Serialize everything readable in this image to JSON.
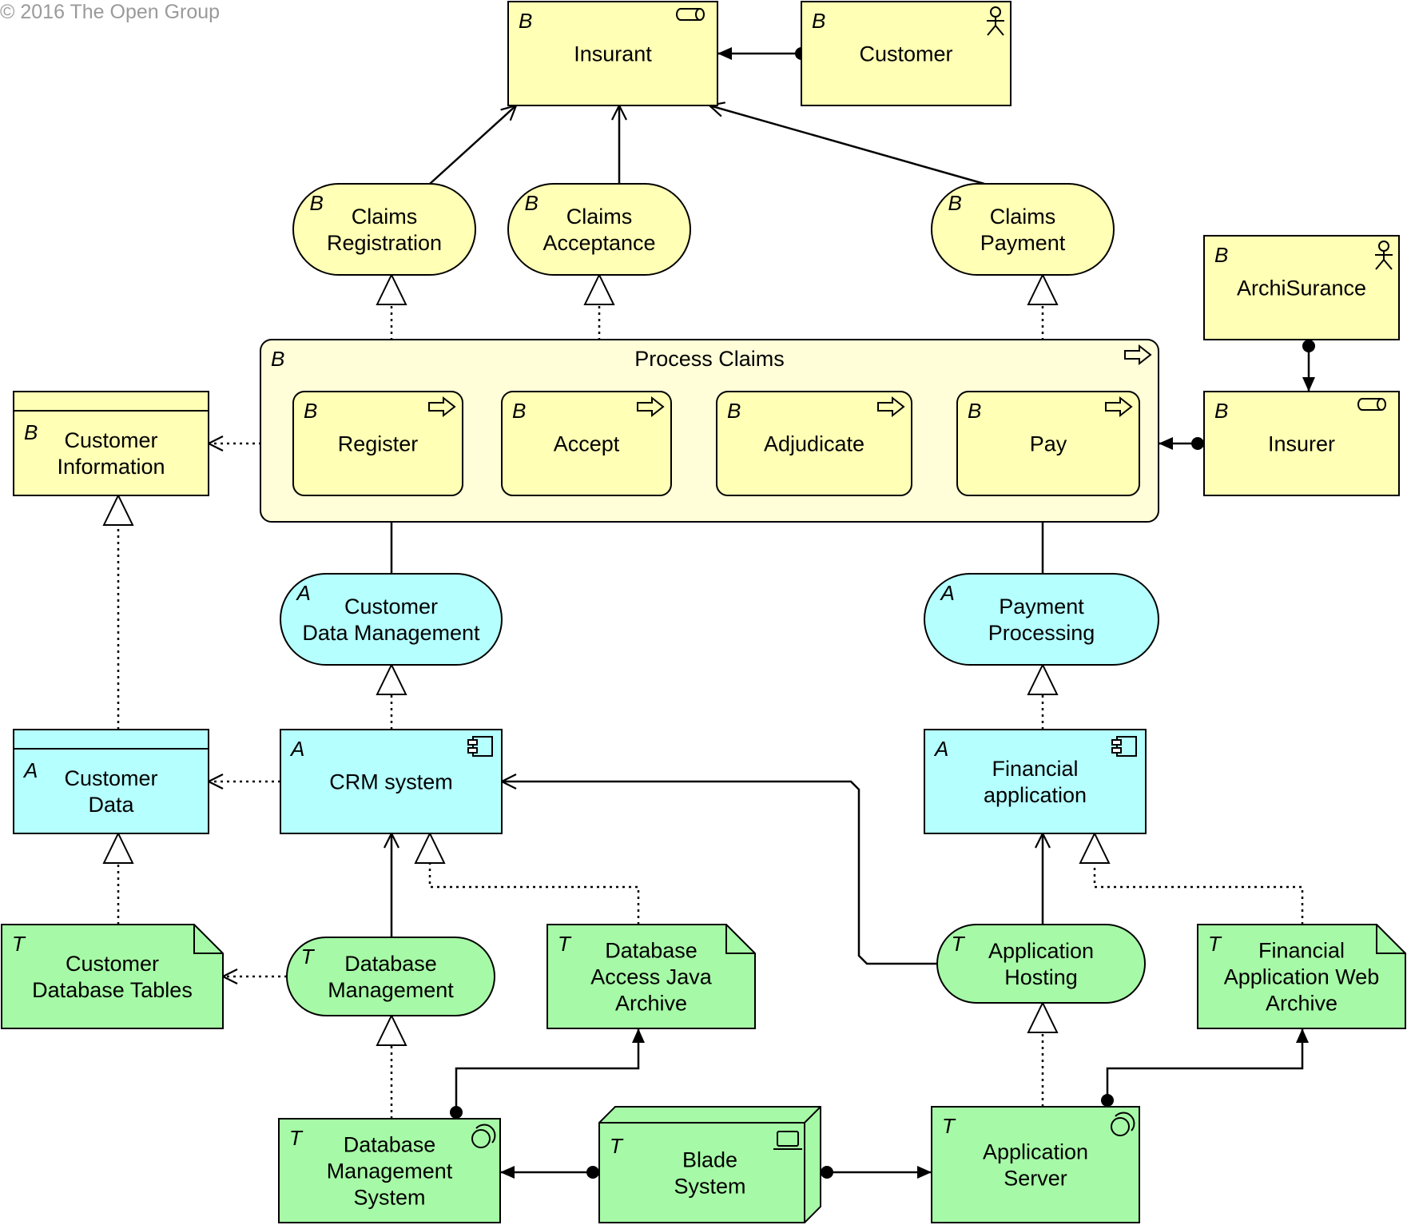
{
  "copyright": "© 2016 The Open Group",
  "colors": {
    "business": "#ffffb5",
    "business_group": "#fffed8",
    "application": "#b5ffff",
    "technology": "#c9e7b7",
    "technology_node": "#a6f9a6",
    "line": "#000000"
  },
  "layer_letters": {
    "business": "B",
    "application": "A",
    "technology": "T"
  },
  "elements": {
    "insurant": {
      "label": [
        "Insurant"
      ],
      "layer": "B",
      "icon": "role-icon"
    },
    "customer": {
      "label": [
        "Customer"
      ],
      "layer": "B",
      "icon": "actor-icon"
    },
    "claims_registration": {
      "label": [
        "Claims",
        "Registration"
      ],
      "layer": "B"
    },
    "claims_acceptance": {
      "label": [
        "Claims",
        "Acceptance"
      ],
      "layer": "B"
    },
    "claims_payment": {
      "label": [
        "Claims",
        "Payment"
      ],
      "layer": "B"
    },
    "archisurance": {
      "label": [
        "ArchiSurance"
      ],
      "layer": "B",
      "icon": "actor-icon"
    },
    "process_claims": {
      "label": [
        "Process Claims"
      ],
      "layer": "B",
      "icon": "process-icon"
    },
    "register": {
      "label": [
        "Register"
      ],
      "layer": "B",
      "icon": "process-icon"
    },
    "accept": {
      "label": [
        "Accept"
      ],
      "layer": "B",
      "icon": "process-icon"
    },
    "adjudicate": {
      "label": [
        "Adjudicate"
      ],
      "layer": "B",
      "icon": "process-icon"
    },
    "pay": {
      "label": [
        "Pay"
      ],
      "layer": "B",
      "icon": "process-icon"
    },
    "insurer": {
      "label": [
        "Insurer"
      ],
      "layer": "B",
      "icon": "role-icon"
    },
    "customer_information": {
      "label": [
        "Customer",
        "Information"
      ],
      "layer": "B"
    },
    "customer_data_management": {
      "label": [
        "Customer",
        "Data Management"
      ],
      "layer": "A"
    },
    "payment_processing": {
      "label": [
        "Payment",
        "Processing"
      ],
      "layer": "A"
    },
    "customer_data": {
      "label": [
        "Customer",
        "Data"
      ],
      "layer": "A"
    },
    "crm_system": {
      "label": [
        "CRM system"
      ],
      "layer": "A",
      "icon": "component-icon"
    },
    "financial_application": {
      "label": [
        "Financial",
        "application"
      ],
      "layer": "A",
      "icon": "component-icon"
    },
    "customer_database_tables": {
      "label": [
        "Customer",
        "Database Tables"
      ],
      "layer": "T"
    },
    "database_management": {
      "label": [
        "Database",
        "Management"
      ],
      "layer": "T"
    },
    "database_access_java_archive": {
      "label": [
        "Database",
        "Access Java",
        "Archive"
      ],
      "layer": "T"
    },
    "application_hosting": {
      "label": [
        "Application",
        "Hosting"
      ],
      "layer": "T"
    },
    "financial_application_web_archive": {
      "label": [
        "Financial",
        "Application Web",
        "Archive"
      ],
      "layer": "T"
    },
    "database_management_system": {
      "label": [
        "Database",
        "Management",
        "System"
      ],
      "layer": "T",
      "icon": "system-software-icon"
    },
    "blade_system": {
      "label": [
        "Blade",
        "System"
      ],
      "layer": "T",
      "icon": "device-icon"
    },
    "application_server": {
      "label": [
        "Application",
        "Server"
      ],
      "layer": "T",
      "icon": "system-software-icon"
    }
  },
  "relationships": [
    {
      "from": "customer",
      "to": "insurant",
      "type": "assignment"
    },
    {
      "from": "claims_registration",
      "to": "insurant",
      "type": "serving"
    },
    {
      "from": "claims_acceptance",
      "to": "insurant",
      "type": "serving"
    },
    {
      "from": "claims_payment",
      "to": "insurant",
      "type": "serving"
    },
    {
      "from": "register",
      "to": "claims_registration",
      "type": "realization"
    },
    {
      "from": "accept",
      "to": "claims_acceptance",
      "type": "realization"
    },
    {
      "from": "pay",
      "to": "claims_payment",
      "type": "realization"
    },
    {
      "from": "archisurance",
      "to": "insurer",
      "type": "assignment"
    },
    {
      "from": "insurer",
      "to": "process_claims",
      "type": "assignment"
    },
    {
      "from": "register",
      "to": "accept",
      "type": "triggering"
    },
    {
      "from": "accept",
      "to": "adjudicate",
      "type": "triggering"
    },
    {
      "from": "adjudicate",
      "to": "pay",
      "type": "triggering"
    },
    {
      "from": "register",
      "to": "customer_information",
      "type": "access"
    },
    {
      "from": "customer_data_management",
      "to": "register",
      "type": "serving"
    },
    {
      "from": "payment_processing",
      "to": "pay",
      "type": "serving"
    },
    {
      "from": "customer_data",
      "to": "customer_information",
      "type": "realization"
    },
    {
      "from": "crm_system",
      "to": "customer_data_management",
      "type": "realization"
    },
    {
      "from": "crm_system",
      "to": "customer_data",
      "type": "access"
    },
    {
      "from": "financial_application",
      "to": "payment_processing",
      "type": "realization"
    },
    {
      "from": "customer_database_tables",
      "to": "customer_data",
      "type": "realization"
    },
    {
      "from": "database_management",
      "to": "customer_database_tables",
      "type": "access"
    },
    {
      "from": "database_management",
      "to": "crm_system",
      "type": "serving"
    },
    {
      "from": "database_access_java_archive",
      "to": "crm_system",
      "type": "realization"
    },
    {
      "from": "application_hosting",
      "to": "crm_system",
      "type": "serving"
    },
    {
      "from": "application_hosting",
      "to": "financial_application",
      "type": "serving"
    },
    {
      "from": "financial_application_web_archive",
      "to": "financial_application",
      "type": "realization"
    },
    {
      "from": "database_management_system",
      "to": "database_management",
      "type": "realization"
    },
    {
      "from": "database_management_system",
      "to": "database_access_java_archive",
      "type": "assignment"
    },
    {
      "from": "blade_system",
      "to": "database_management_system",
      "type": "assignment"
    },
    {
      "from": "blade_system",
      "to": "application_server",
      "type": "assignment"
    },
    {
      "from": "application_server",
      "to": "application_hosting",
      "type": "realization"
    },
    {
      "from": "application_server",
      "to": "financial_application_web_archive",
      "type": "assignment"
    }
  ]
}
